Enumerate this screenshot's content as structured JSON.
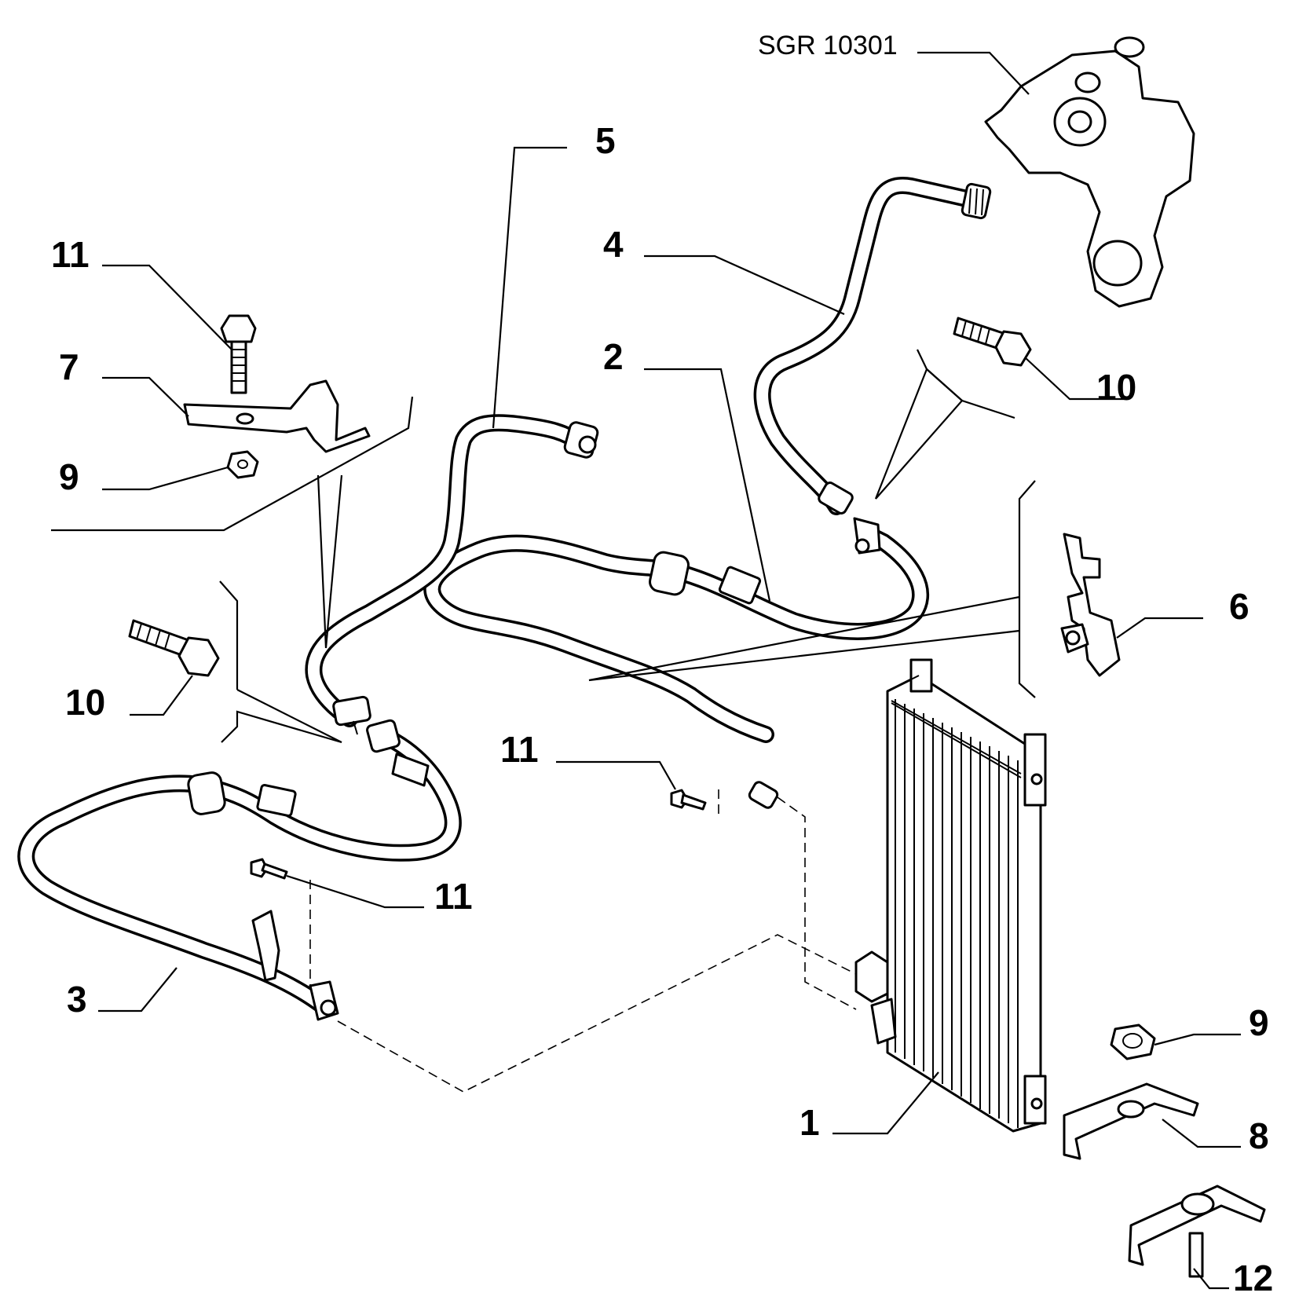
{
  "diagram": {
    "reference": "SGR 10301",
    "callouts": {
      "c1": "1",
      "c2": "2",
      "c3": "3",
      "c4": "4",
      "c5": "5",
      "c6": "6",
      "c7": "7",
      "c8": "8",
      "c9a": "9",
      "c9b": "9",
      "c10a": "10",
      "c10b": "10",
      "c11a": "11",
      "c11b": "11",
      "c11c": "11",
      "c12": "12"
    }
  }
}
